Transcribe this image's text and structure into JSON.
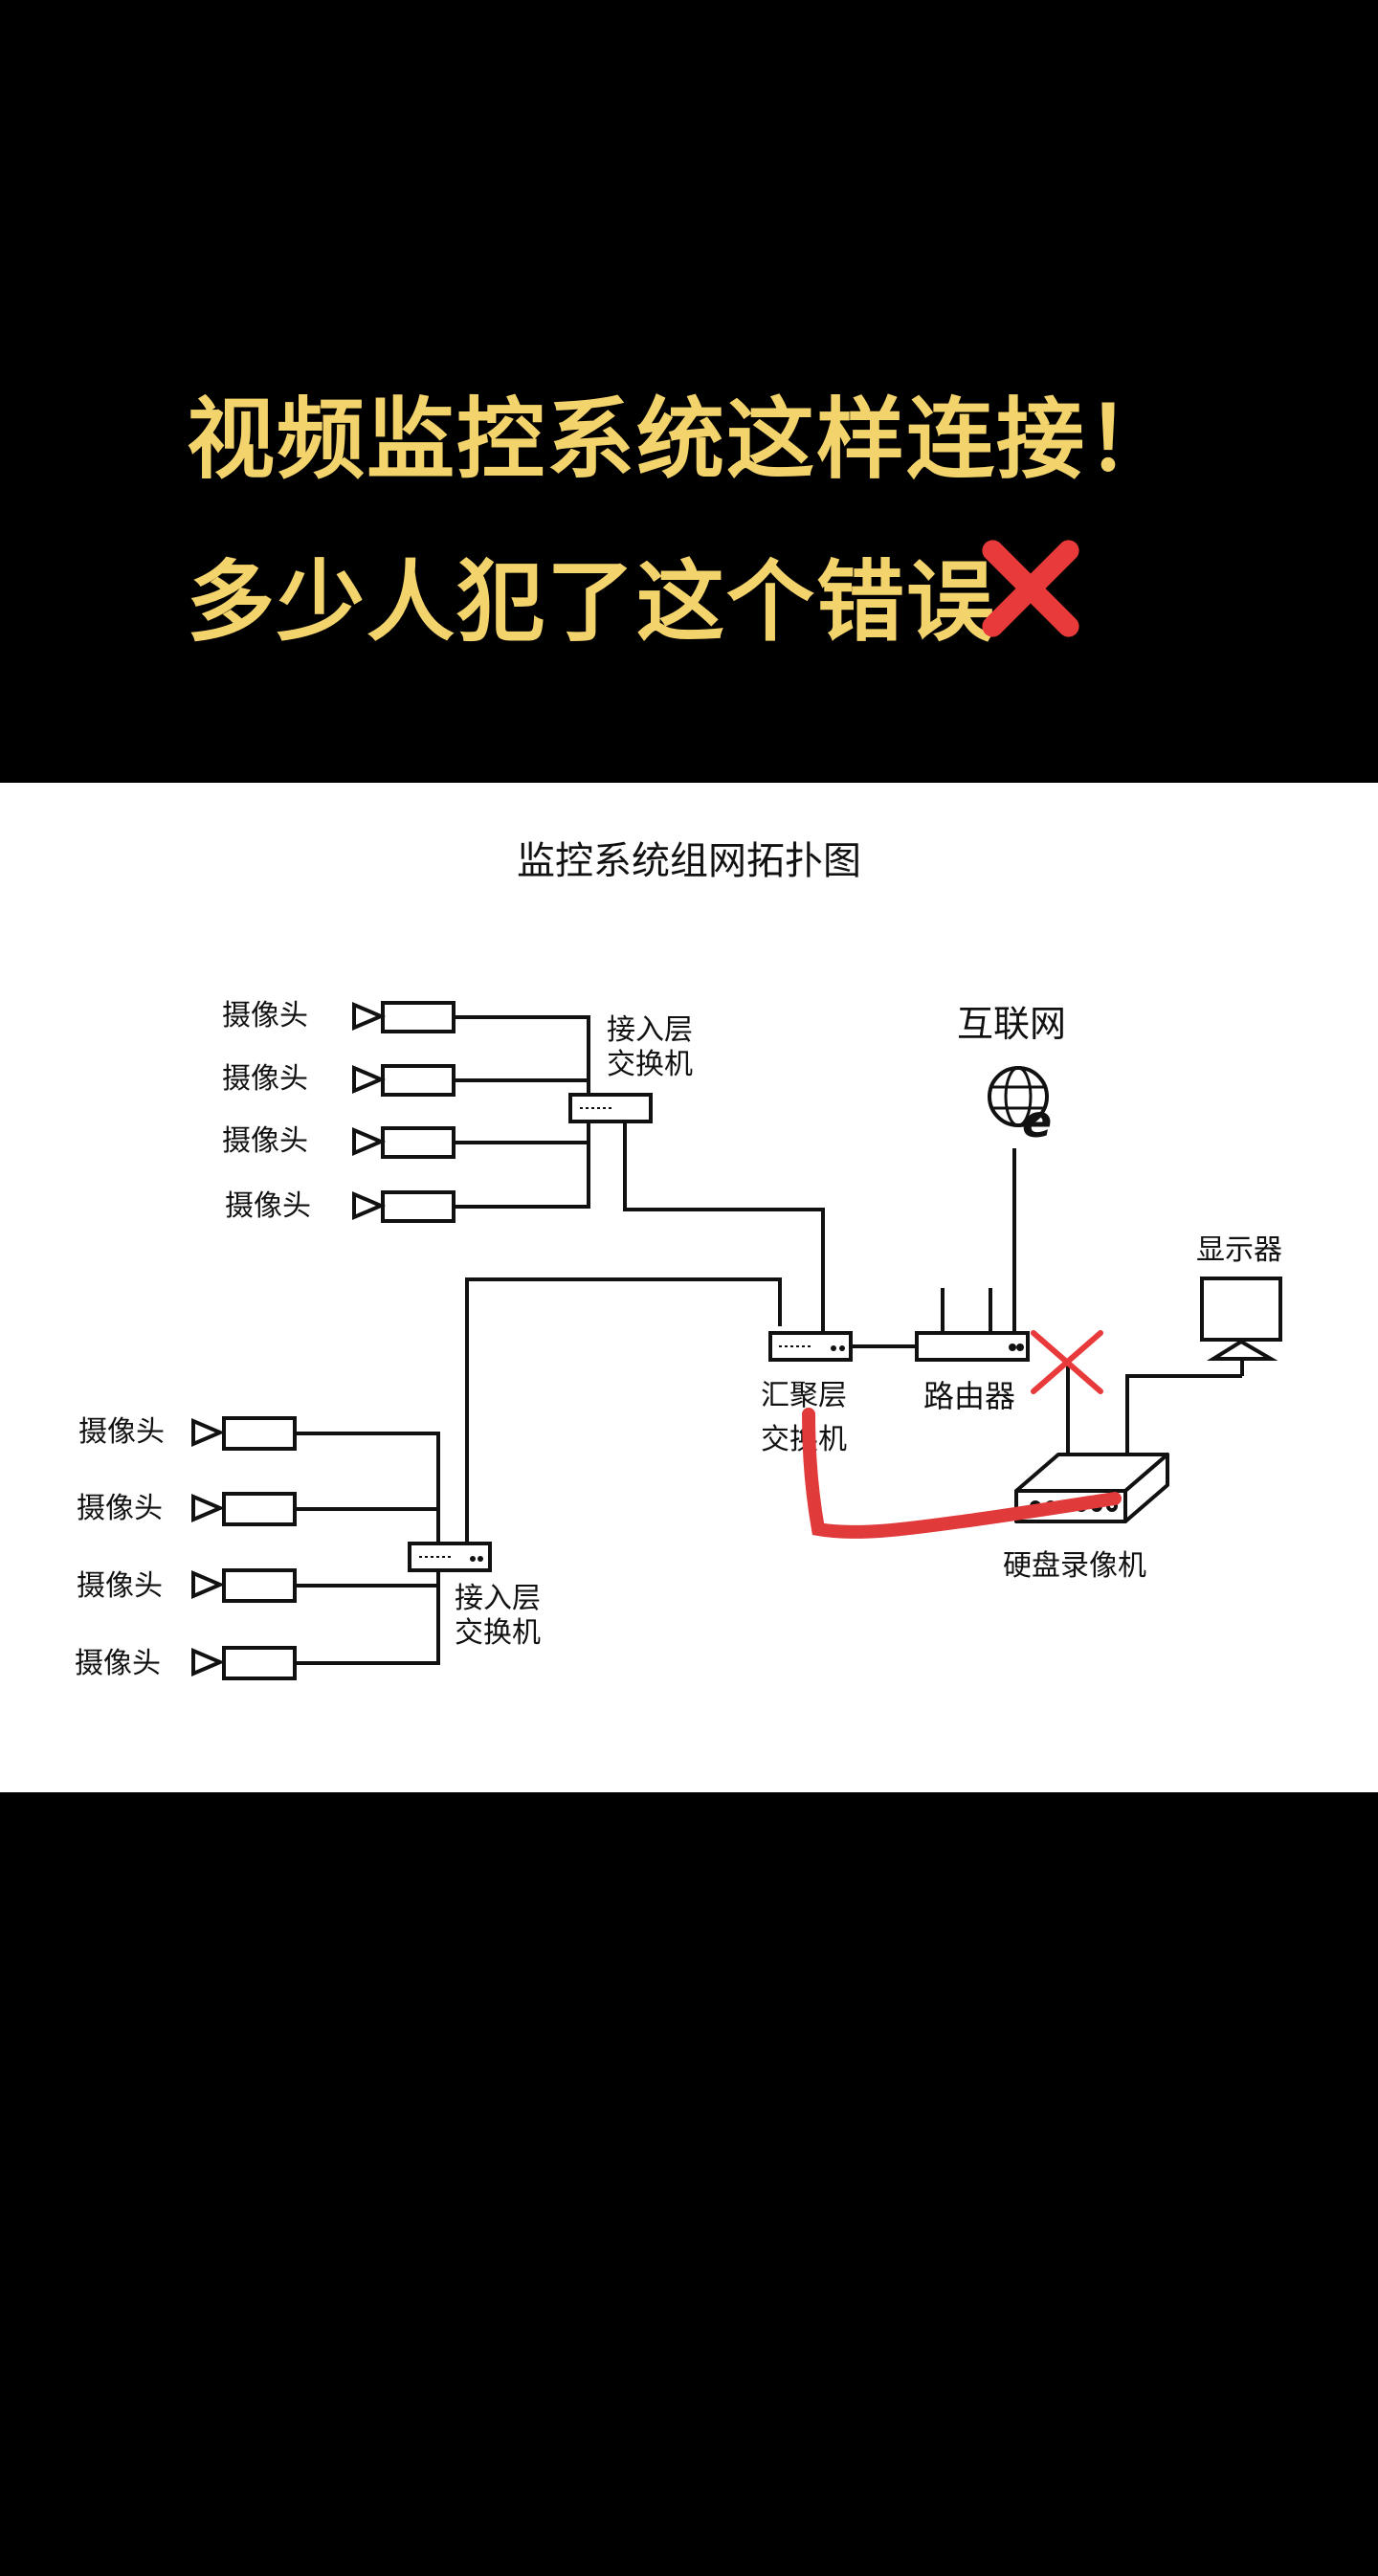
{
  "headline": {
    "line1": "视频监控系统这样连接！",
    "line2": "多少人犯了这个错误"
  },
  "diagram": {
    "title": "监控系统组网拓扑图",
    "camera_label": "摄像头",
    "access_switch_line1": "接入层",
    "access_switch_line2": "交换机",
    "aggregation_switch_line1": "汇聚层",
    "aggregation_switch_line2": "交换机",
    "internet_label": "互联网",
    "router_label": "路由器",
    "monitor_label": "显示器",
    "nvr_label": "硬盘录像机"
  },
  "colors": {
    "headline": "#f3d36b",
    "wrong_mark": "#e83a3a",
    "correct_line": "#e03a3a"
  }
}
